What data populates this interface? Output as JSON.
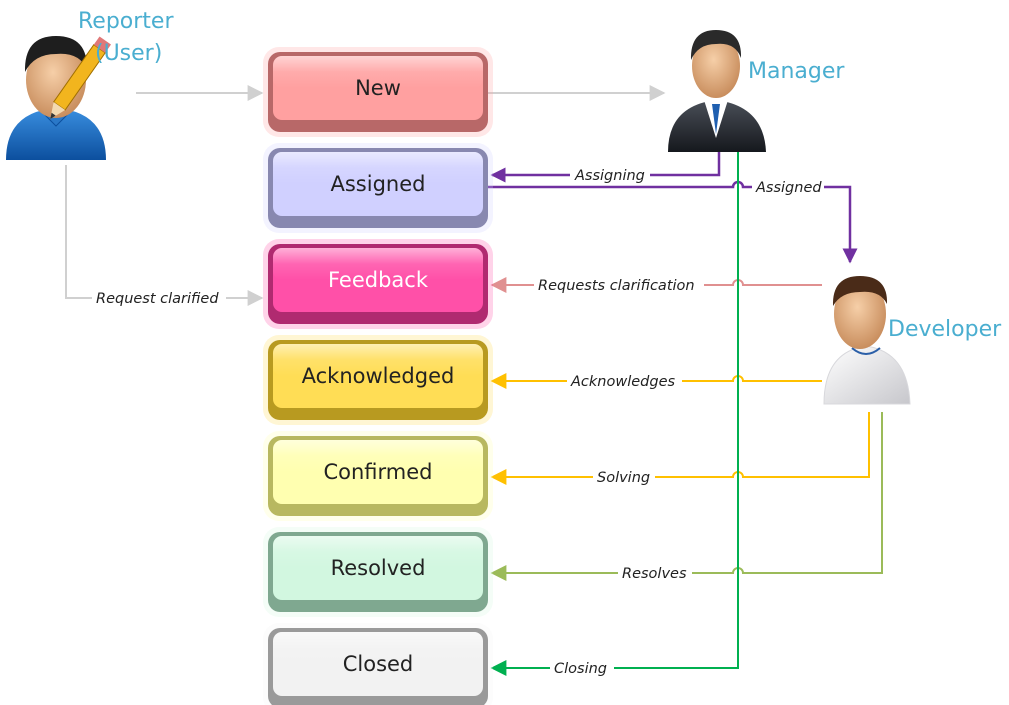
{
  "actors": {
    "reporter": {
      "line1": "Reporter",
      "line2": "(User)"
    },
    "manager": {
      "label": "Manager"
    },
    "developer": {
      "label": "Developer"
    }
  },
  "statuses": [
    {
      "key": "new",
      "label": "New",
      "fill": "#ffa0a0",
      "edge": "#b86868",
      "text": "#222222"
    },
    {
      "key": "assigned",
      "label": "Assigned",
      "fill": "#d0d0ff",
      "edge": "#8888b0",
      "text": "#222222"
    },
    {
      "key": "feedback",
      "label": "Feedback",
      "fill": "#ff50a8",
      "edge": "#b02a70",
      "text": "#ffffff"
    },
    {
      "key": "acknowledged",
      "label": "Acknowledged",
      "fill": "#ffdd55",
      "edge": "#b89a20",
      "text": "#222222"
    },
    {
      "key": "confirmed",
      "label": "Confirmed",
      "fill": "#ffffb0",
      "edge": "#b8b860",
      "text": "#222222"
    },
    {
      "key": "resolved",
      "label": "Resolved",
      "fill": "#d2f7e0",
      "edge": "#7fa890",
      "text": "#222222"
    },
    {
      "key": "closed",
      "label": "Closed",
      "fill": "#f2f2f2",
      "edge": "#9a9a9a",
      "text": "#222222"
    }
  ],
  "edges": {
    "assigning": "Assigning",
    "assigned": "Assigned",
    "request_clarified": "Request clarified",
    "requests_clarification": "Requests clarification",
    "acknowledges": "Acknowledges",
    "solving": "Solving",
    "resolves": "Resolves",
    "closing": "Closing"
  },
  "colors": {
    "gray_line": "#d0d0d0",
    "purple": "#7030a0",
    "pink_line": "#e09090",
    "orange": "#ffc000",
    "olive": "#9bbb59",
    "green": "#00b050",
    "actor_label": "#4aaed0"
  }
}
